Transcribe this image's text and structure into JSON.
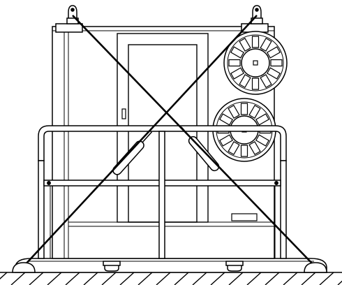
{
  "figure": {
    "background": "#ffffff",
    "line_color": "#000000",
    "hatch_color": "#000000",
    "components": [
      "lifting-lugs",
      "cabinet-frame",
      "cabinet-door",
      "cable-reels",
      "guard-rail",
      "rigging-slings",
      "base-skid",
      "ground-hatching"
    ],
    "reel_count": 2,
    "lug_count": 2,
    "sling_count": 2
  }
}
